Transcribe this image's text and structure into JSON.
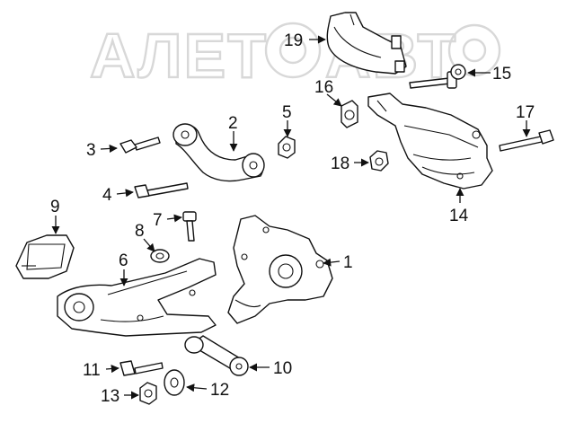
{
  "watermark": {
    "text": "АЛЕТОАВТО"
  },
  "callouts": [
    {
      "id": "c1",
      "label": "1"
    },
    {
      "id": "c2",
      "label": "2"
    },
    {
      "id": "c3",
      "label": "3"
    },
    {
      "id": "c4",
      "label": "4"
    },
    {
      "id": "c5",
      "label": "5"
    },
    {
      "id": "c6",
      "label": "6"
    },
    {
      "id": "c7",
      "label": "7"
    },
    {
      "id": "c8",
      "label": "8"
    },
    {
      "id": "c9",
      "label": "9"
    },
    {
      "id": "c10",
      "label": "10"
    },
    {
      "id": "c11",
      "label": "11"
    },
    {
      "id": "c12",
      "label": "12"
    },
    {
      "id": "c13",
      "label": "13"
    },
    {
      "id": "c14",
      "label": "14"
    },
    {
      "id": "c15",
      "label": "15"
    },
    {
      "id": "c16",
      "label": "16"
    },
    {
      "id": "c17",
      "label": "17"
    },
    {
      "id": "c18",
      "label": "18"
    },
    {
      "id": "c19",
      "label": "19"
    }
  ]
}
